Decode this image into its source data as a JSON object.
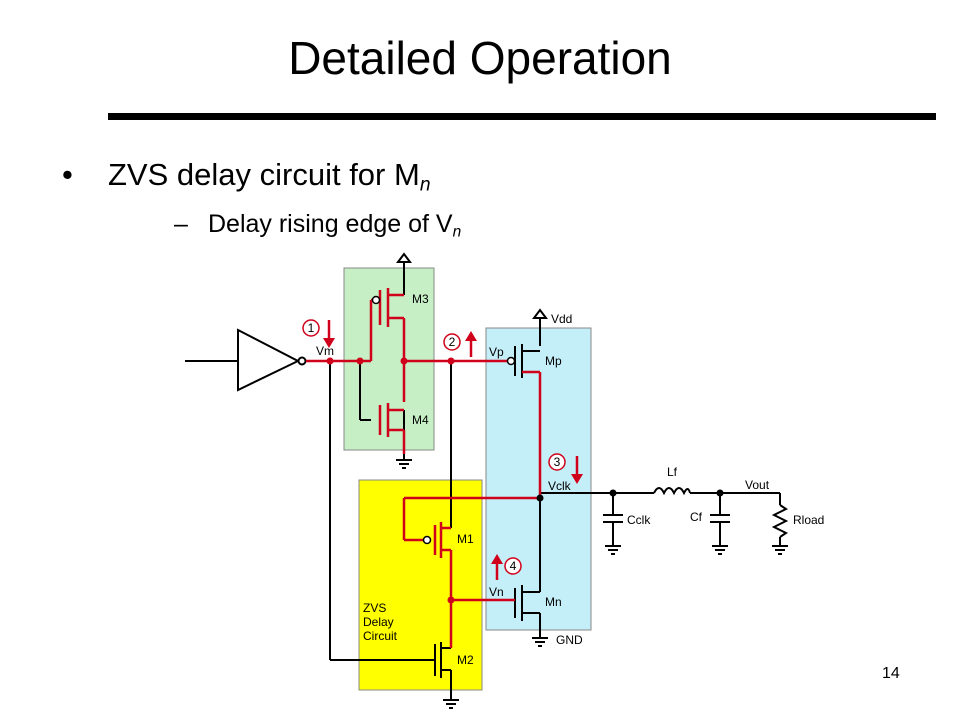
{
  "slide": {
    "title": "Detailed Operation",
    "bullet1": {
      "marker": "•",
      "text": "ZVS delay circuit for M",
      "sub": "n"
    },
    "bullet2": {
      "marker": "–",
      "text": "Delay rising edge of V",
      "sub": "n"
    },
    "page_number": "14"
  },
  "circuit": {
    "labels": {
      "m3": "M3",
      "m4": "M4",
      "mp": "Mp",
      "mn": "Mn",
      "m1": "M1",
      "m2": "M2",
      "vdd": "Vdd",
      "gnd": "GND",
      "vm": "Vm",
      "vp": "Vp",
      "vn": "Vn",
      "vclk": "Vclk",
      "vout": "Vout",
      "lf": "Lf",
      "cf": "Cf",
      "cclk": "Cclk",
      "rload": "Rload",
      "zvs_line1": "ZVS",
      "zvs_line2": "Delay",
      "zvs_line3": "Circuit"
    },
    "steps": [
      "1",
      "2",
      "3",
      "4"
    ]
  },
  "colors": {
    "green_block": "#c6efc6",
    "cyan_block": "#c4eef8",
    "yellow_block": "#ffff00",
    "path_red": "#d0021b",
    "wire": "#000000"
  }
}
